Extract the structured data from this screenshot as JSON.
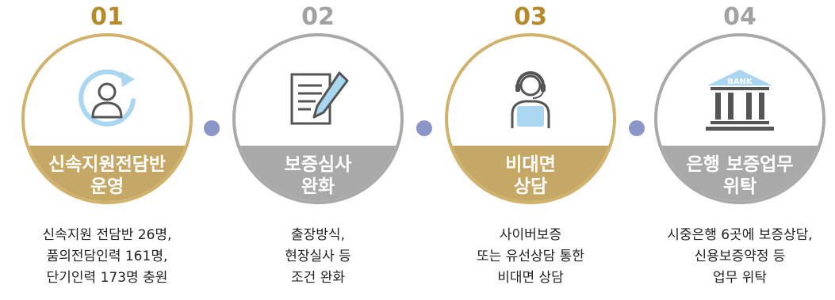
{
  "steps": [
    {
      "number": "01",
      "title": [
        "신속지원전담반",
        "운영"
      ],
      "desc": [
        "신속지원 전담반 26명,",
        "품의전담인력 161명,",
        "단기인력 173명 충원"
      ],
      "icon": "person-refresh-icon",
      "theme": "gold"
    },
    {
      "number": "02",
      "title": [
        "보증심사",
        "완화"
      ],
      "desc": [
        "출장방식,",
        "현장실사 등",
        "조건 완화"
      ],
      "icon": "document-pen-icon",
      "theme": "gray"
    },
    {
      "number": "03",
      "title": [
        "비대면",
        "상담"
      ],
      "desc": [
        "사이버보증",
        "또는 유선상담 통한",
        "비대면 상담"
      ],
      "icon": "headset-operator-icon",
      "theme": "gold"
    },
    {
      "number": "04",
      "title": [
        "은행 보증업무",
        "위탁"
      ],
      "desc": [
        "시중은행 6곳에 보증상담,",
        "신용보증약정 등",
        "업무 위탁"
      ],
      "icon": "bank-icon",
      "theme": "gray",
      "icon_text": "BANK"
    }
  ],
  "colors": {
    "gold_number": "#b48a2c",
    "gold_band": "#c6a866",
    "gray_band": "#a9a9a9",
    "dot": "#8b96c8",
    "icon_blue": "#a9d7f2"
  }
}
